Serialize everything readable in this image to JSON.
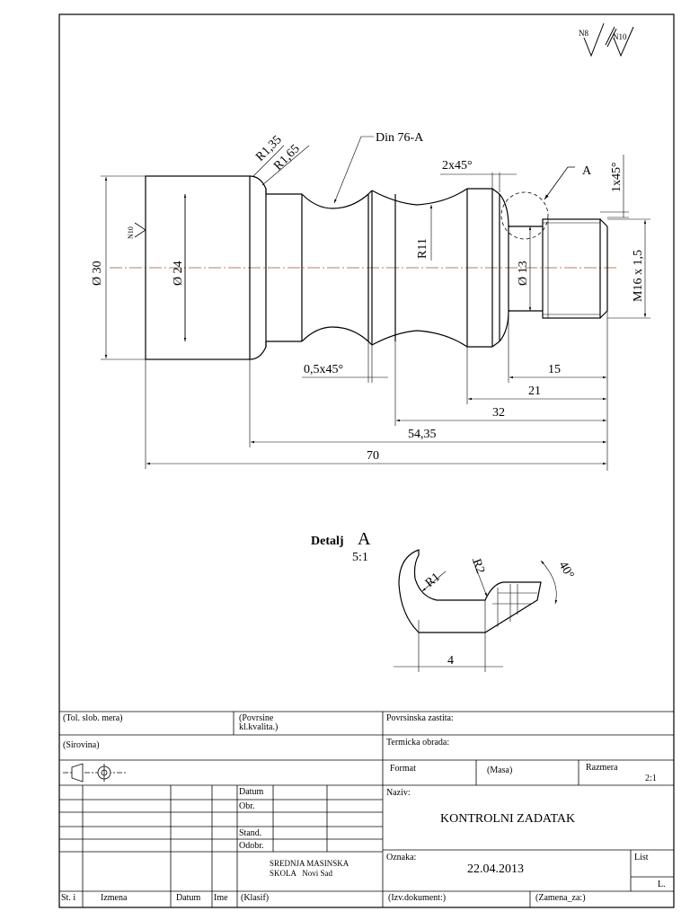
{
  "drawing": {
    "surface_finish": {
      "main": "N8",
      "secondary": "N10",
      "local": "N10"
    },
    "dimensions": {
      "d30": "Ø 30",
      "d24": "Ø 24",
      "d13": "Ø 13",
      "thread": "M16 x 1,5",
      "r135": "R1,35",
      "r165": "R1,65",
      "din": "Din 76-A",
      "chamfer_2x45": "2x45°",
      "detail_letter": "A",
      "chamfer_1x45": "1x45°",
      "r11": "R11",
      "chamfer_05x45": "0,5x45°",
      "len15": "15",
      "len21": "21",
      "len32": "32",
      "len5435": "54,35",
      "len70": "70"
    },
    "detail": {
      "label": "Detalj",
      "letter": "A",
      "scale": "5:1",
      "r1": "R1",
      "r2": "R2",
      "angle": "40°",
      "width": "4"
    }
  },
  "title_block": {
    "tol": "(Tol. slob. mera)",
    "povrsine": "(Povrsine kl.kvalita.)",
    "povrsinska_zastita": "Povrsinska zastita:",
    "sirovina": "(Sirovina)",
    "termicka_obrada": "Termicka obrada:",
    "format": "Format",
    "masa": "(Masa)",
    "razmera": "Razmera",
    "razmera_value": "2:1",
    "naziv": "Naziv:",
    "naziv_value": "KONTROLNI ZADATAK",
    "datum": "Datum",
    "obr": "Obr.",
    "stand": "Stand.",
    "odobr": "Odobr.",
    "school_line1": "SREDNJA MASINSKA",
    "school_line2": "SKOLA   Novi Sad",
    "oznaka": "Oznaka:",
    "oznaka_value": "22.04.2013",
    "list": "List",
    "list_value": "L.",
    "st_i": "St. i",
    "izmena": "Izmena",
    "datum_col": "Datum",
    "ime": "Ime",
    "klasif": "(Klasif)",
    "izv_dokument": "(Izv.dokument:)",
    "zamena_za": "(Zamena_za:)"
  }
}
